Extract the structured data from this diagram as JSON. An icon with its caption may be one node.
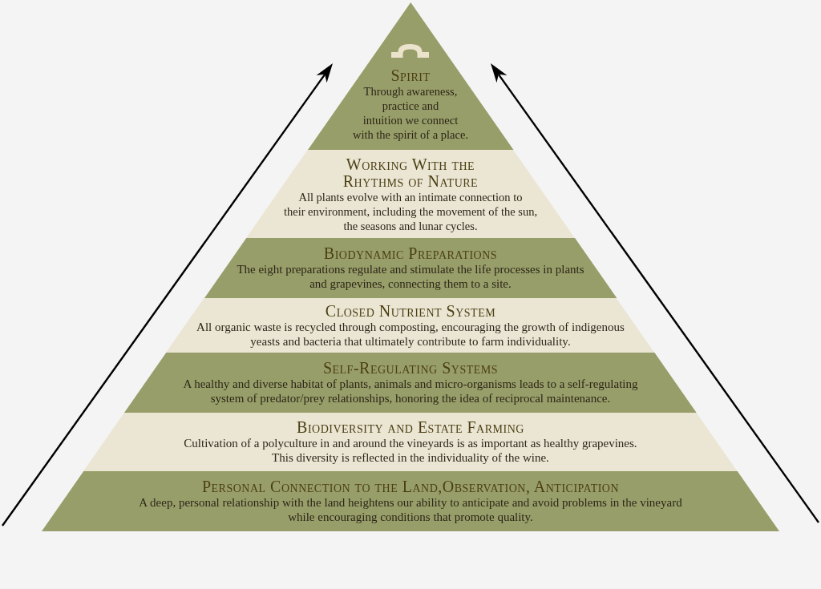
{
  "diagram": {
    "nodes": [
      {
        "text": [
          "Spirit",
          "Through awareness, practice and intuition we connect with the spirit of a place."
        ]
      },
      {
        "text": [
          "Working With the Rhythms of Nature",
          "All plants evolve with an intimate connection to their environment, including the movement of the sun, the seasons and lunar cycles."
        ]
      },
      {
        "text": [
          "Biodynamic Preparations",
          "The eight preparations regulate and stimulate the life processes in plants and grapevines, connecting them to a site."
        ]
      },
      {
        "text": [
          "Closed Nutrient System",
          "All organic waste is recycled through composting, encouraging the growth of indigenous yeasts and bacteria that ultimately contribute to farm individuality."
        ]
      },
      {
        "text": [
          "Self-Regulating Systems",
          "A healthy and diverse habitat of plants, animals and micro-organisms leads to a self-regulating system of predator/prey relationships, honoring the idea of reciprocal maintenance."
        ]
      },
      {
        "text": [
          "Biodiversity and Estate Farming",
          "Cultivation of a polyculture in and around the vineyards is as important as healthy grapevines. This diversity is reflected in the individuality of the wine."
        ]
      },
      {
        "text": [
          "Personal Connection to the Land,Observation, Anticipation",
          "A deep, personal relationship with the land heightens our ability to anticipate and avoid problems in the vineyard while encouraging conditions that promote quality."
        ]
      }
    ]
  }
}
